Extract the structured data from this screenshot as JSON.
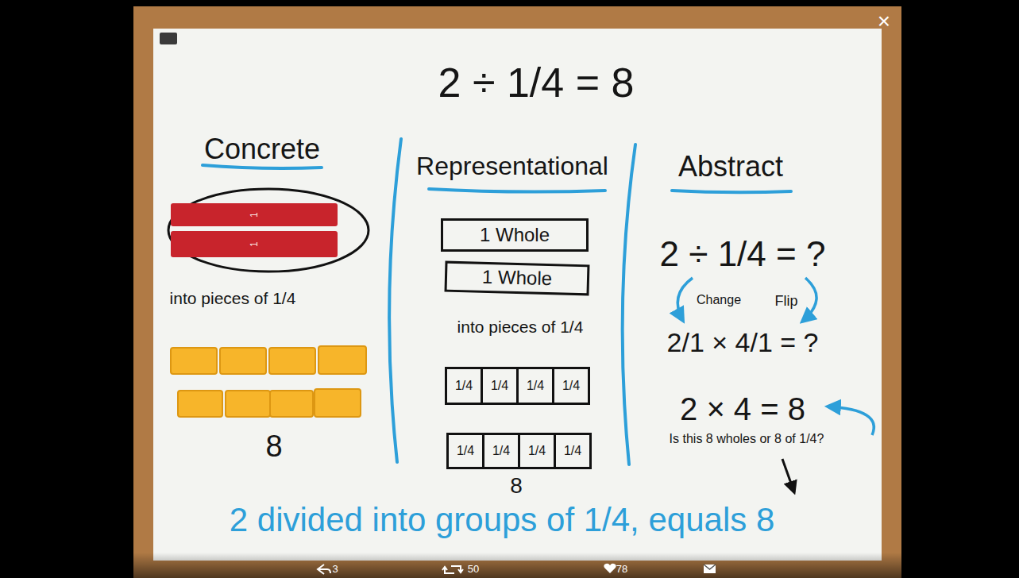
{
  "diagram": {
    "title": "2 ÷ 1/4 = 8",
    "caption": "2 divided into groups of 1/4, equals 8",
    "nodes": [
      {
        "text": [
          "1"
        ]
      },
      {
        "text": [
          "1"
        ]
      },
      {
        "text": [
          "1 Whole"
        ]
      },
      {
        "text": [
          "1 Whole"
        ]
      },
      {
        "text": [
          "1/4"
        ]
      },
      {
        "text": [
          "1/4"
        ]
      },
      {
        "text": [
          "1/4"
        ]
      },
      {
        "text": [
          "1/4"
        ]
      },
      {
        "text": [
          "1/4"
        ]
      },
      {
        "text": [
          "1/4"
        ]
      },
      {
        "text": [
          "1/4"
        ]
      },
      {
        "text": [
          "1/4"
        ]
      }
    ],
    "labels": [
      "Concrete",
      "Representational",
      "Abstract",
      "into pieces of 1/4",
      "8",
      "into pieces of 1/4",
      "8",
      "2 ÷ 1/4 = ?",
      "Change",
      "Flip",
      "2/1 × 4/1 = ?",
      "2 × 4 = 8",
      "Is this 8 wholes or 8 of 1/4?",
      "×",
      "3",
      "50",
      "78"
    ]
  }
}
